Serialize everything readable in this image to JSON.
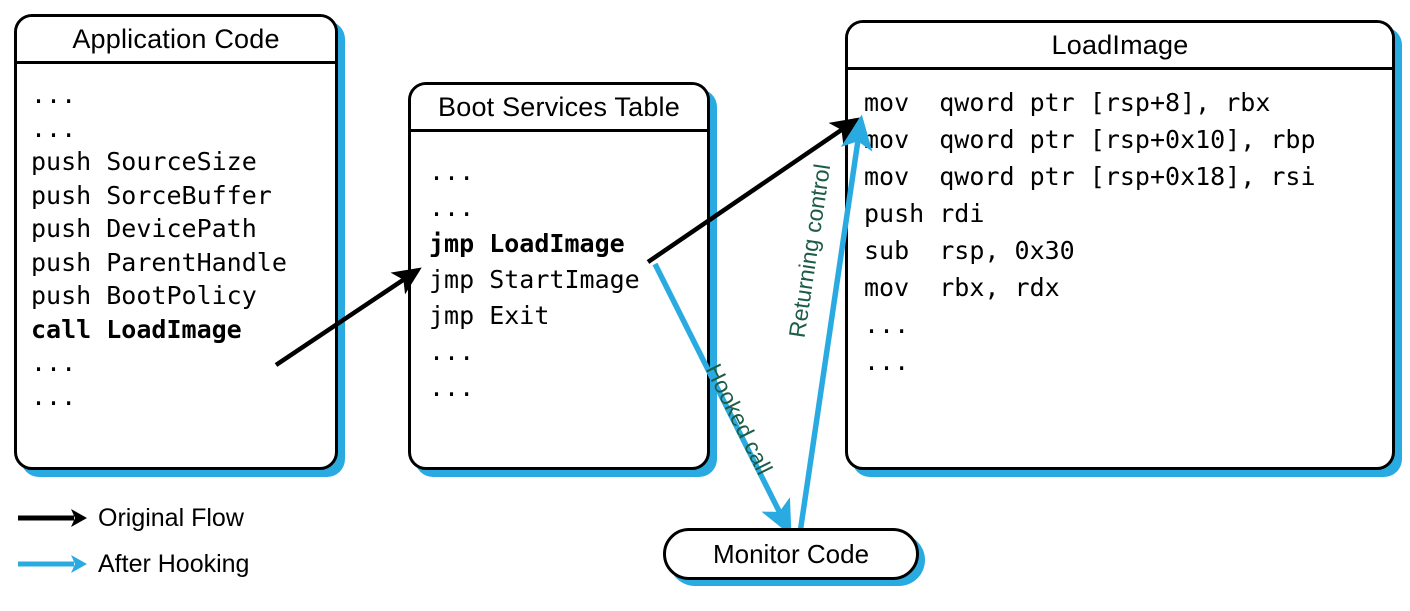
{
  "diagram": {
    "title": "UEFI Boot Services LoadImage hooking flow",
    "colors": {
      "hook_blue": "#29abe2",
      "original_black": "#000000",
      "edge_label_green": "#1d5c47"
    }
  },
  "panels": {
    "application_code": {
      "title": "Application Code",
      "lines": [
        "...",
        "...",
        "push SourceSize",
        "push SorceBuffer",
        "push DevicePath",
        "push ParentHandle",
        "push BootPolicy",
        "call LoadImage",
        "...",
        "..."
      ],
      "bold_lines": [
        7
      ]
    },
    "boot_services_table": {
      "title": "Boot Services Table",
      "lines": [
        "...",
        "...",
        "jmp LoadImage",
        "jmp StartImage",
        "jmp Exit",
        "...",
        "..."
      ],
      "bold_lines": [
        2
      ]
    },
    "load_image": {
      "title": "LoadImage",
      "lines": [
        "mov  qword ptr [rsp+8], rbx",
        "mov  qword ptr [rsp+0x10], rbp",
        "mov  qword ptr [rsp+0x18], rsi",
        "push rdi",
        "sub  rsp, 0x30",
        "mov  rbx, rdx",
        "...",
        "..."
      ],
      "bold_lines": []
    }
  },
  "monitor_code": {
    "label": "Monitor Code"
  },
  "edge_labels": {
    "hooked_call": "Hooked call",
    "returning_control": "Returning control"
  },
  "legend": {
    "items": [
      {
        "label": "Original Flow",
        "color": "#000000",
        "icon": "arrow-right-icon"
      },
      {
        "label": "After Hooking",
        "color": "#29abe2",
        "icon": "arrow-right-icon"
      }
    ]
  }
}
